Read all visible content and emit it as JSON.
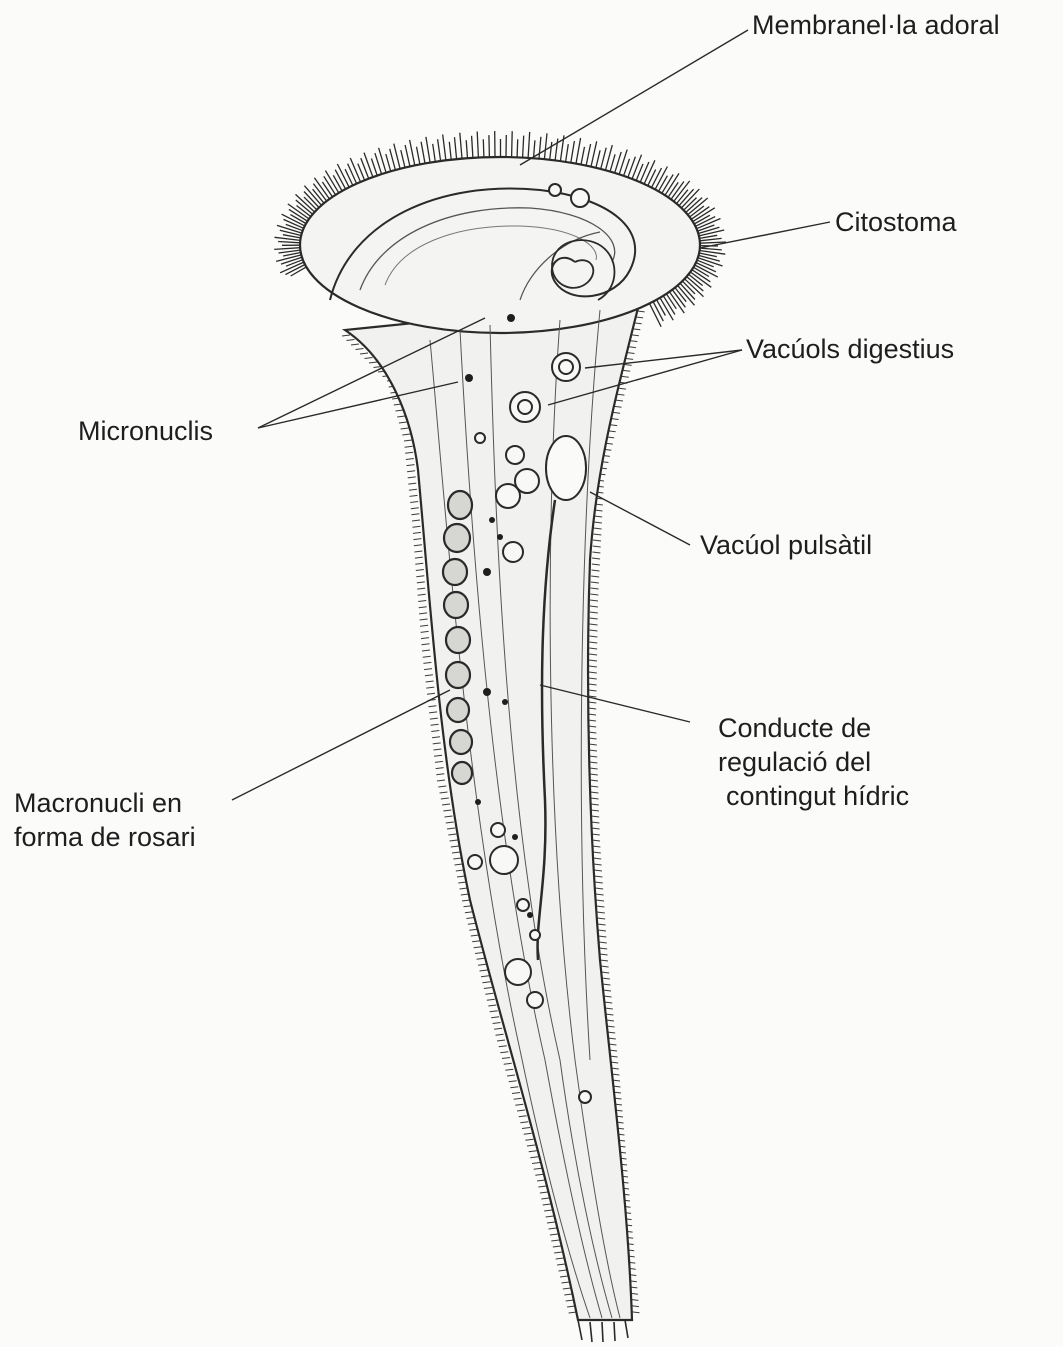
{
  "labels": {
    "membranella": "Membranel·la adoral",
    "citostoma": "Citostoma",
    "vacuols_digestius": "Vacúols digestius",
    "micronuclis": "Micronuclis",
    "vacuol_pulsatil": "Vacúol pulsàtil",
    "conducte": [
      "Conducte de",
      "regulació del",
      "contingut hídric"
    ],
    "macronucli": [
      "Macronucli en",
      "forma de rosari"
    ]
  },
  "colors": {
    "ink": "#2a2a2a",
    "paper": "#fbfbfa",
    "body_fill": "#f1f1ef"
  }
}
